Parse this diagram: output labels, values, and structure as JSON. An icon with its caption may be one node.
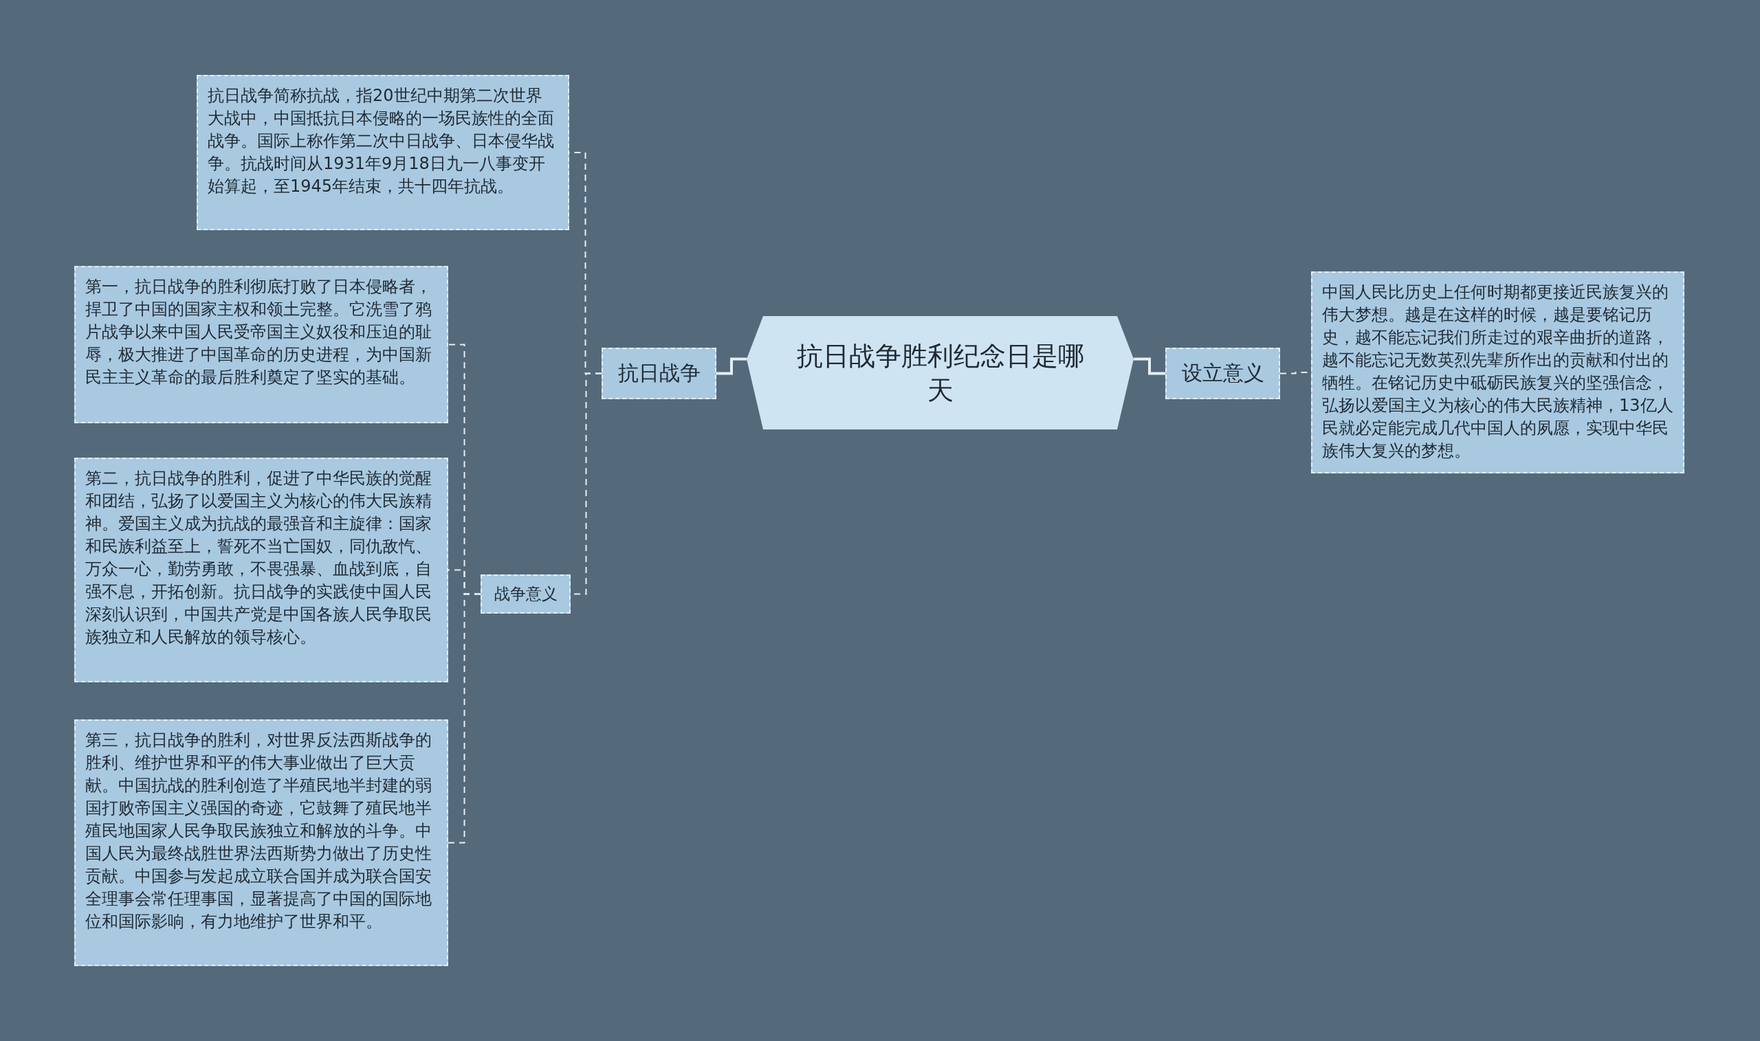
{
  "diagram": {
    "nodes": [
      {
        "text": [
          "抗日战争胜利纪念日是哪天"
        ]
      },
      {
        "text": [
          "抗日战争"
        ]
      },
      {
        "text": [
          "抗日战争简称抗战，指20世纪中期第二次世界大战中，中国抵抗日本侵略的一场民族性的全面战争。国际上称作第二次中日战争、日本侵华战争。抗战时间从1931年9月18日九一八事变开始算起，至1945年结束，共十四年抗战。"
        ]
      },
      {
        "text": [
          "战争意义"
        ]
      },
      {
        "text": [
          "第一，抗日战争的胜利彻底打败了日本侵略者，捍卫了中国的国家主权和领土完整。它洗雪了鸦片战争以来中国人民受帝国主义奴役和压迫的耻辱，极大推进了中国革命的历史进程，为中国新民主主义革命的最后胜利奠定了坚实的基础。"
        ]
      },
      {
        "text": [
          "第二，抗日战争的胜利，促进了中华民族的觉醒和团结，弘扬了以爱国主义为核心的伟大民族精神。爱国主义成为抗战的最强音和主旋律：国家和民族利益至上，誓死不当亡国奴，同仇敌忾、万众一心，勤劳勇敢，不畏强暴、血战到底，自强不息，开拓创新。抗日战争的实践使中国人民深刻认识到，中国共产党是中国各族人民争取民族独立和人民解放的领导核心。"
        ]
      },
      {
        "text": [
          "第三，抗日战争的胜利，对世界反法西斯战争的胜利、维护世界和平的伟大事业做出了巨大贡献。中国抗战的胜利创造了半殖民地半封建的弱国打败帝国主义强国的奇迹，它鼓舞了殖民地半殖民地国家人民争取民族独立和解放的斗争。中国人民为最终战胜世界法西斯势力做出了历史性贡献。中国参与发起成立联合国并成为联合国安全理事会常任理事国，显著提高了中国的国际地位和国际影响，有力地维护了世界和平。"
        ]
      },
      {
        "text": [
          "设立意义"
        ]
      },
      {
        "text": [
          "中国人民比历史上任何时期都更接近民族复兴的伟大梦想。越是在这样的时候，越是要铭记历史，越不能忘记我们所走过的艰辛曲折的道路，越不能忘记无数英烈先辈所作出的贡献和付出的牺牲。在铭记历史中砥砺民族复兴的坚强信念，弘扬以爱国主义为核心的伟大民族精神，13亿人民就必定能完成几代中国人的夙愿，实现中华民族伟大复兴的梦想。"
        ]
      }
    ],
    "edges": [
      {
        "from": 0,
        "to": 1,
        "arrow": "none"
      },
      {
        "from": 1,
        "to": 2,
        "arrow": "none",
        "style": "dashed"
      },
      {
        "from": 1,
        "to": 3,
        "arrow": "none",
        "style": "dashed"
      },
      {
        "from": 3,
        "to": 4,
        "arrow": "none",
        "style": "dashed"
      },
      {
        "from": 3,
        "to": 5,
        "arrow": "none",
        "style": "dashed"
      },
      {
        "from": 3,
        "to": 6,
        "arrow": "none",
        "style": "dashed"
      },
      {
        "from": 0,
        "to": 7,
        "arrow": "none"
      },
      {
        "from": 7,
        "to": 8,
        "arrow": "none",
        "style": "dashed"
      }
    ]
  }
}
